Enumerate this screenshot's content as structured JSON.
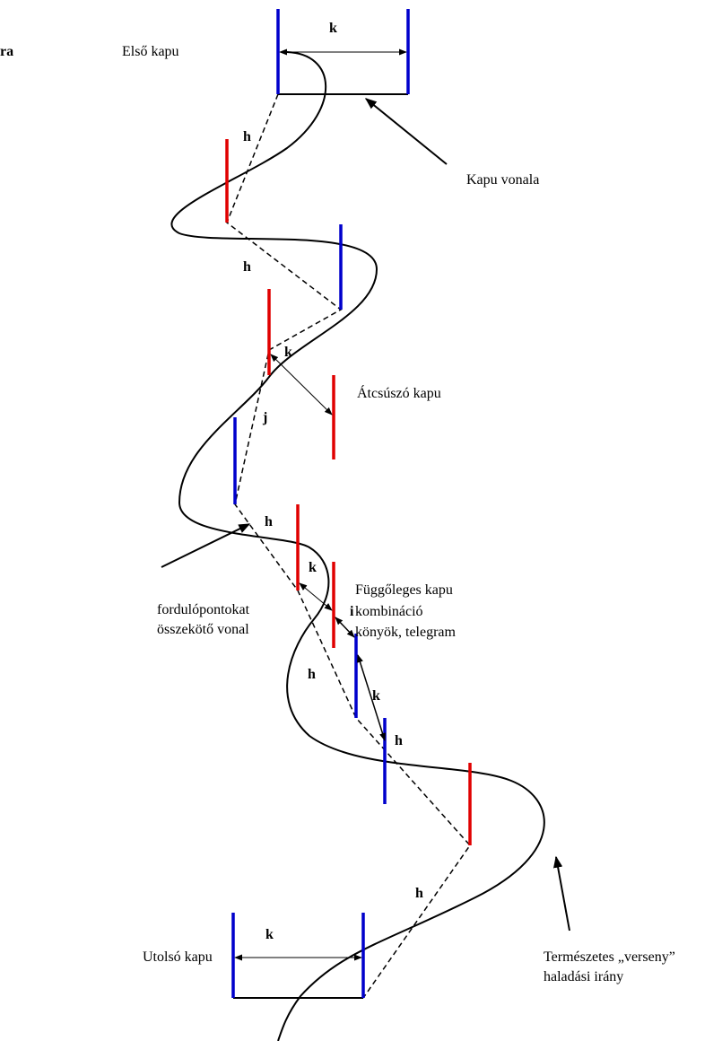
{
  "labels": {
    "corner_fragment": "ra",
    "first_gate": "Első kapu",
    "gate_line": "Kapu vonala",
    "slide_gate": "Átcsúszó kapu",
    "turning_line_1": "fordulópontokat",
    "turning_line_2": "összekötő vonal",
    "vertical_combo_1": "Függőleges kapu",
    "vertical_combo_2": "kombináció",
    "vertical_combo_3": "könyök, telegram",
    "last_gate": "Utolsó kapu",
    "race_dir_1": "Természetes „verseny”",
    "race_dir_2": "haladási irány"
  },
  "distance_labels": {
    "k_top": "k",
    "h1": "h",
    "h2": "h",
    "k_slide": "k",
    "j": "j",
    "h3": "h",
    "k_combo": "k",
    "i": "i",
    "h4": "h",
    "k_combo2": "k",
    "h5": "h",
    "h6": "h",
    "k_bottom": "k"
  },
  "colors": {
    "blue_gate": "#0000cc",
    "red_gate": "#e00000",
    "line": "#000000"
  }
}
